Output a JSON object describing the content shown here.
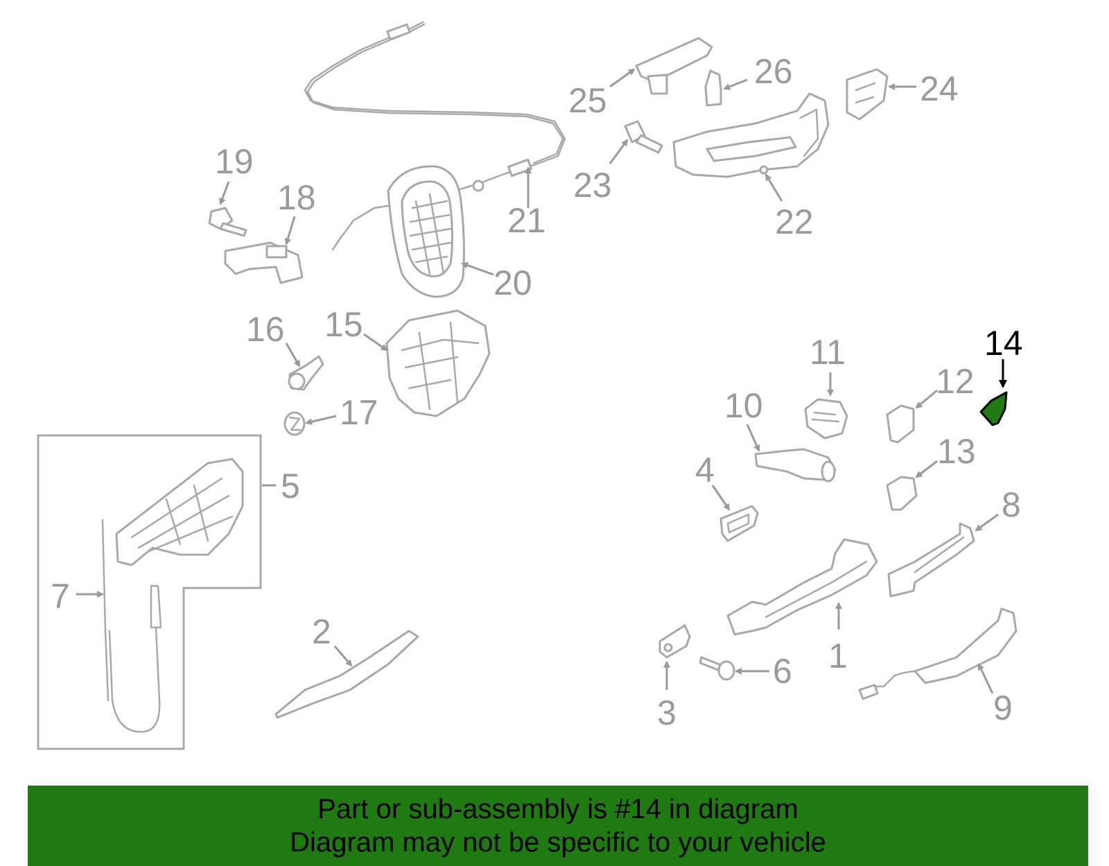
{
  "highlighted_part": "14",
  "colors": {
    "highlight_fill": "#1f7a11",
    "line_gray": "#a8a8a8",
    "label_gray": "#9a9a9a",
    "banner": "#1f7a11"
  },
  "callouts": {
    "c1": "1",
    "c2": "2",
    "c3": "3",
    "c4": "4",
    "c5": "5",
    "c6": "6",
    "c7": "7",
    "c8": "8",
    "c9": "9",
    "c10": "10",
    "c11": "11",
    "c12": "12",
    "c13": "13",
    "c14": "14",
    "c15": "15",
    "c16": "16",
    "c17": "17",
    "c18": "18",
    "c19": "19",
    "c20": "20",
    "c21": "21",
    "c22": "22",
    "c23": "23",
    "c24": "24",
    "c25": "25",
    "c26": "26"
  },
  "banner": {
    "line1": "Part or sub-assembly is #14 in diagram",
    "line2": "Diagram may not be specific to your vehicle"
  }
}
